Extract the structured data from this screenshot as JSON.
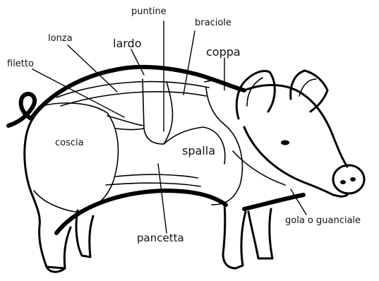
{
  "labels": {
    "puntine": "puntine",
    "braciole": "braciole",
    "lonza": "lonza",
    "lardo": "lardo",
    "coppa": "coppa",
    "filetto": "filetto",
    "coscia": "coscia",
    "spalla": "spalla",
    "pancetta": "pancetta",
    "gola": "gola o guanciale"
  }
}
